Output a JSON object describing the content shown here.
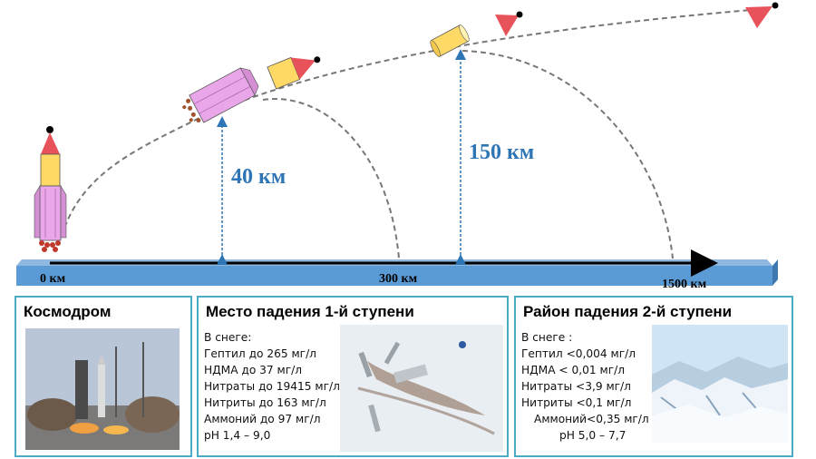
{
  "diagram": {
    "heights": {
      "first_stage": "40 км",
      "second_stage": "150 км"
    },
    "axis": {
      "start": "0 км",
      "mid": "300 км",
      "end": "1500 км"
    },
    "colors": {
      "arrow_blue": "#2e75b6",
      "ground_blue": "#5b9bd5",
      "rocket_pink": "#e9a6e9",
      "rocket_red": "#e8525a",
      "rocket_yellow": "#ffd966",
      "panel_border": "#4bacc6"
    }
  },
  "panels": {
    "cosmodrome": {
      "title": "Космодром",
      "photo": "launch-pad-photo"
    },
    "first_stage": {
      "title": "Место падения 1-й ступени",
      "lines": [
        "В снеге:",
        "Гептил до 265 мг/л",
        "НДМА до 37 мг/л",
        "Нитраты до 19415 мг/л",
        "Нитриты до 163 мг/л",
        "Аммоний до 97 мг/л",
        "pH 1,4 – 9,0"
      ],
      "photo": "crash-site-snow-photo"
    },
    "second_stage": {
      "title": "Район падения 2-й ступени",
      "lines": [
        "В снеге :",
        "Гептил <0,004 мг/л",
        "НДМА < 0,01 мг/л",
        "Нитраты <3,9 мг/л",
        "Нитриты <0,1 мг/л",
        "Аммоний<0,35 мг/л",
        "pH 5,0 – 7,7"
      ],
      "photo": "snowy-mountains-photo"
    }
  }
}
